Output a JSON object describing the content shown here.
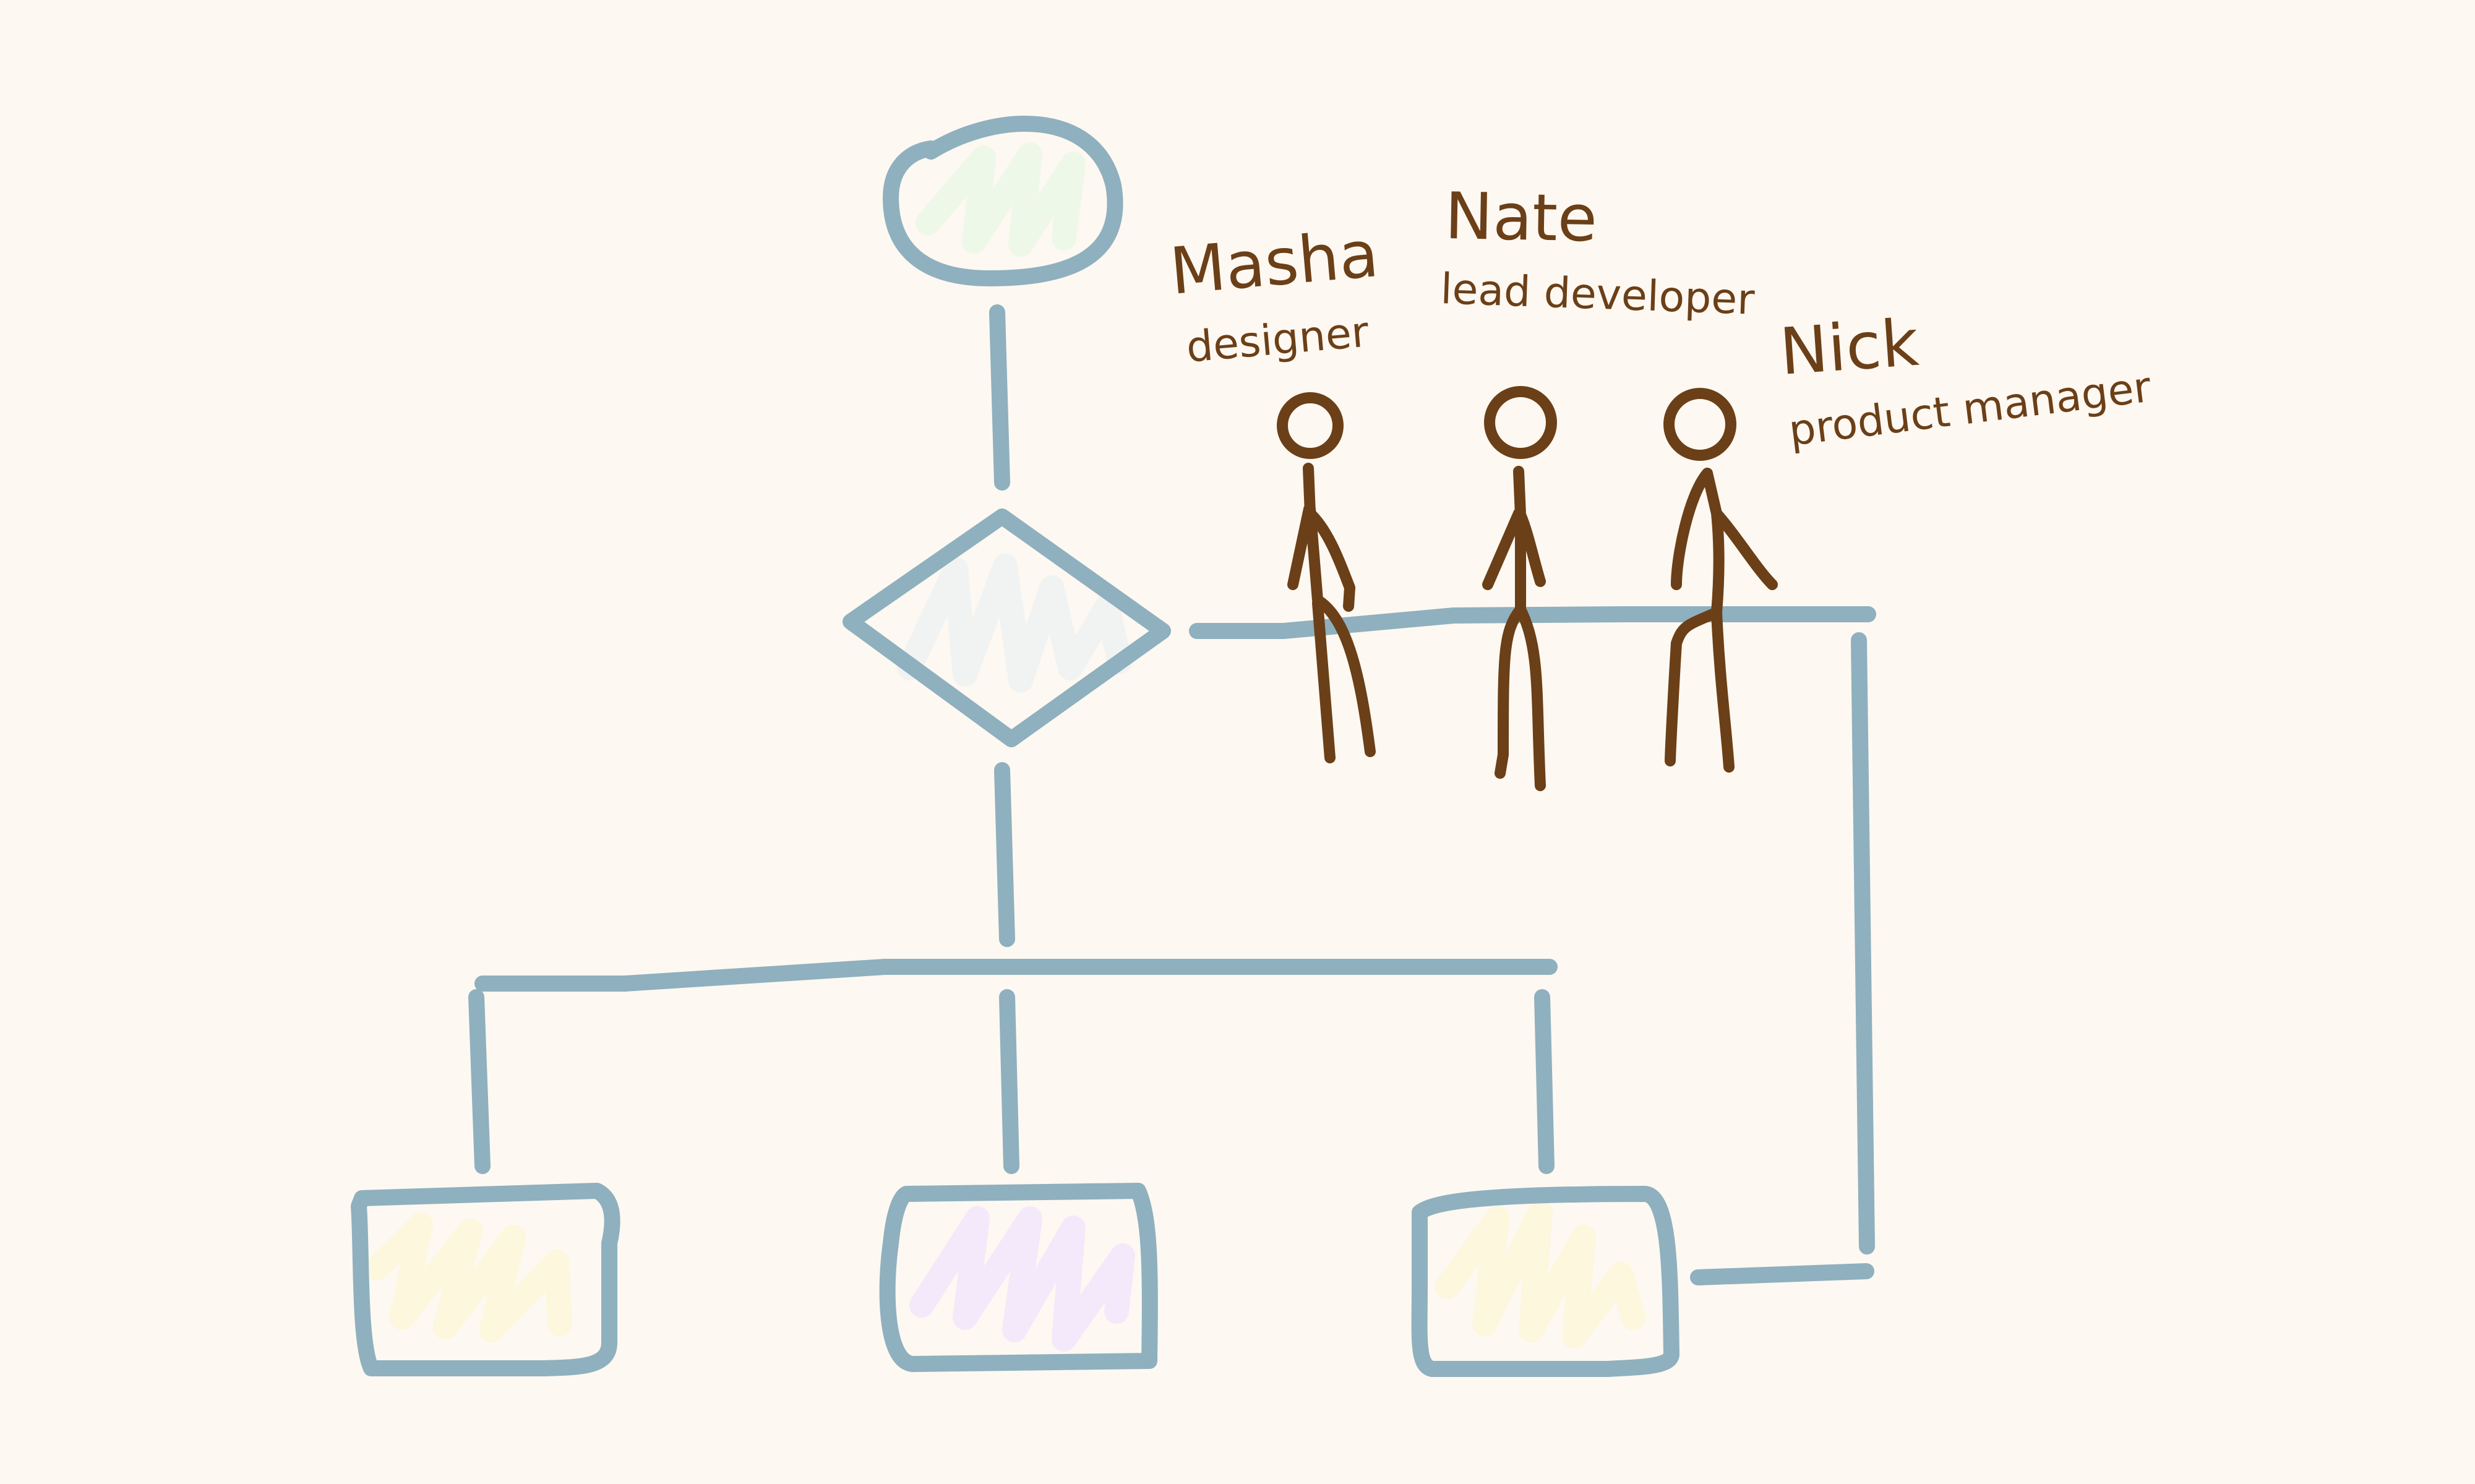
{
  "colors": {
    "background": "#fdf8f1",
    "flow_stroke": "#8fb0be",
    "person_stroke": "#6b3f17",
    "text": "#6b3f17",
    "start_fill": "#eaf8e6",
    "decision_fill": "#eef2f3",
    "box_left_fill": "#fbf7d9",
    "box_middle_fill": "#f1e6fb",
    "box_right_fill": "#fbf7d9"
  },
  "people": [
    {
      "name": "Masha",
      "role": "designer"
    },
    {
      "name": "Nate",
      "role": "lead developer"
    },
    {
      "name": "Nick",
      "role": "product manager"
    }
  ]
}
